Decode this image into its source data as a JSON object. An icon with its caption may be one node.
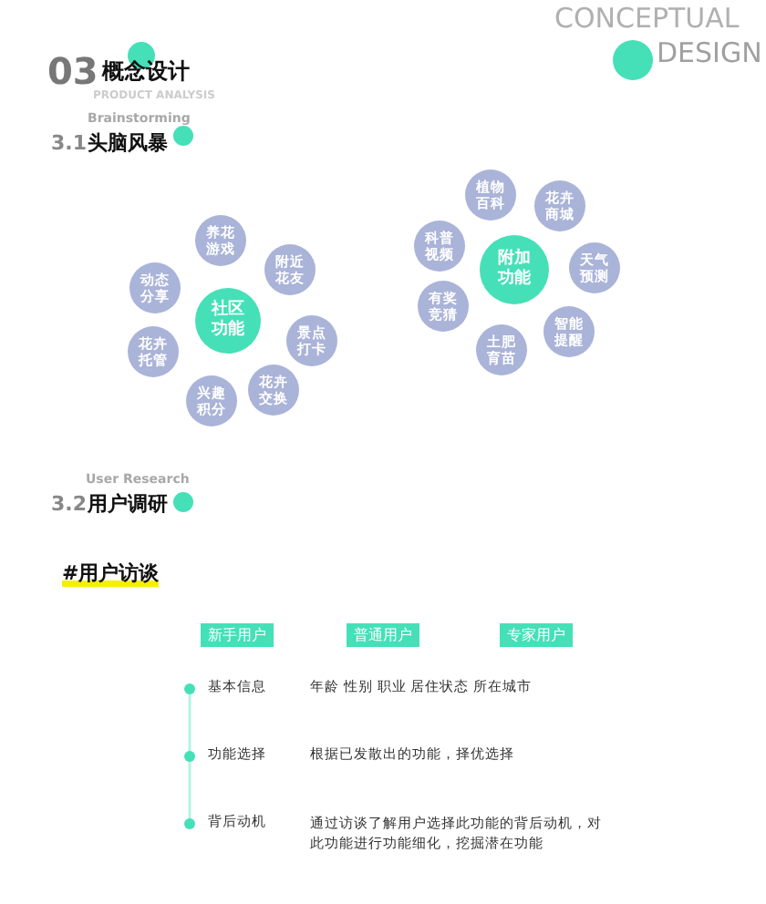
{
  "diagram": {
    "nodes": [
      {
        "text": [
          "社区功能"
        ]
      },
      {
        "text": [
          "养花游戏"
        ]
      },
      {
        "text": [
          "附近花友"
        ]
      },
      {
        "text": [
          "景点打卡"
        ]
      },
      {
        "text": [
          "花卉交换"
        ]
      },
      {
        "text": [
          "兴趣积分"
        ]
      },
      {
        "text": [
          "花卉托管"
        ]
      },
      {
        "text": [
          "动态分享"
        ]
      },
      {
        "text": [
          "附加功能"
        ]
      },
      {
        "text": [
          "植物百科"
        ]
      },
      {
        "text": [
          "花卉商城"
        ]
      },
      {
        "text": [
          "天气预测"
        ]
      },
      {
        "text": [
          "智能提醒"
        ]
      },
      {
        "text": [
          "土肥育苗"
        ]
      },
      {
        "text": [
          "有奖竞猜"
        ]
      },
      {
        "text": [
          "科普视频"
        ]
      }
    ],
    "labels": [
      "CONCEPTUAL",
      "DESIGN",
      "03",
      "概念设计",
      "PRODUCT ANALYSIS",
      "Brainstorming",
      "3.1",
      "头脑风暴",
      "User Research",
      "3.2",
      "用户调研",
      "#用户访谈",
      "新手用户",
      "普通用户",
      "专家用户",
      "基本信息",
      "年龄 性别 职业 居住状态 所在城市",
      "功能选择",
      "根据已发散出的功能，择优选择",
      "背后动机",
      "通过访谈了解用户选择此功能的背后动机，对此功能进行功能细化，挖掘潜在功能"
    ]
  }
}
